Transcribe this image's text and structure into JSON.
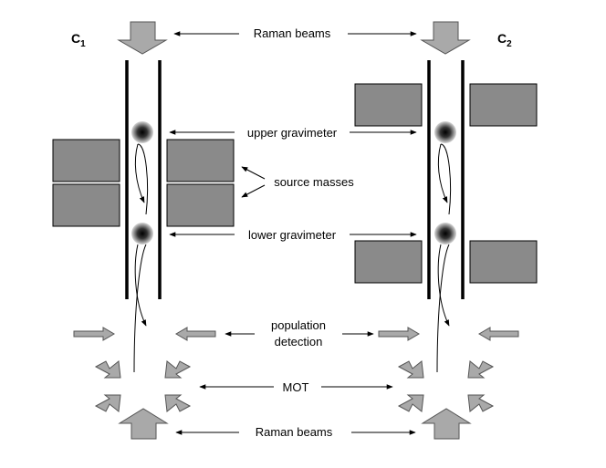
{
  "labels": {
    "c1_letter": "C",
    "c1_sub": "1",
    "c2_letter": "C",
    "c2_sub": "2",
    "raman_top": "Raman beams",
    "upper_gravimeter": "upper gravimeter",
    "source_masses": "source masses",
    "lower_gravimeter": "lower gravimeter",
    "population_line1": "population",
    "population_line2": "detection",
    "mot": "MOT",
    "raman_bottom": "Raman beams"
  },
  "colors": {
    "mass_fill": "#8a8a8a",
    "beam_fill": "#a9a9a9",
    "tube": "#000000",
    "atom_center": "#000000",
    "atom_edge": "#d8d8d8"
  }
}
